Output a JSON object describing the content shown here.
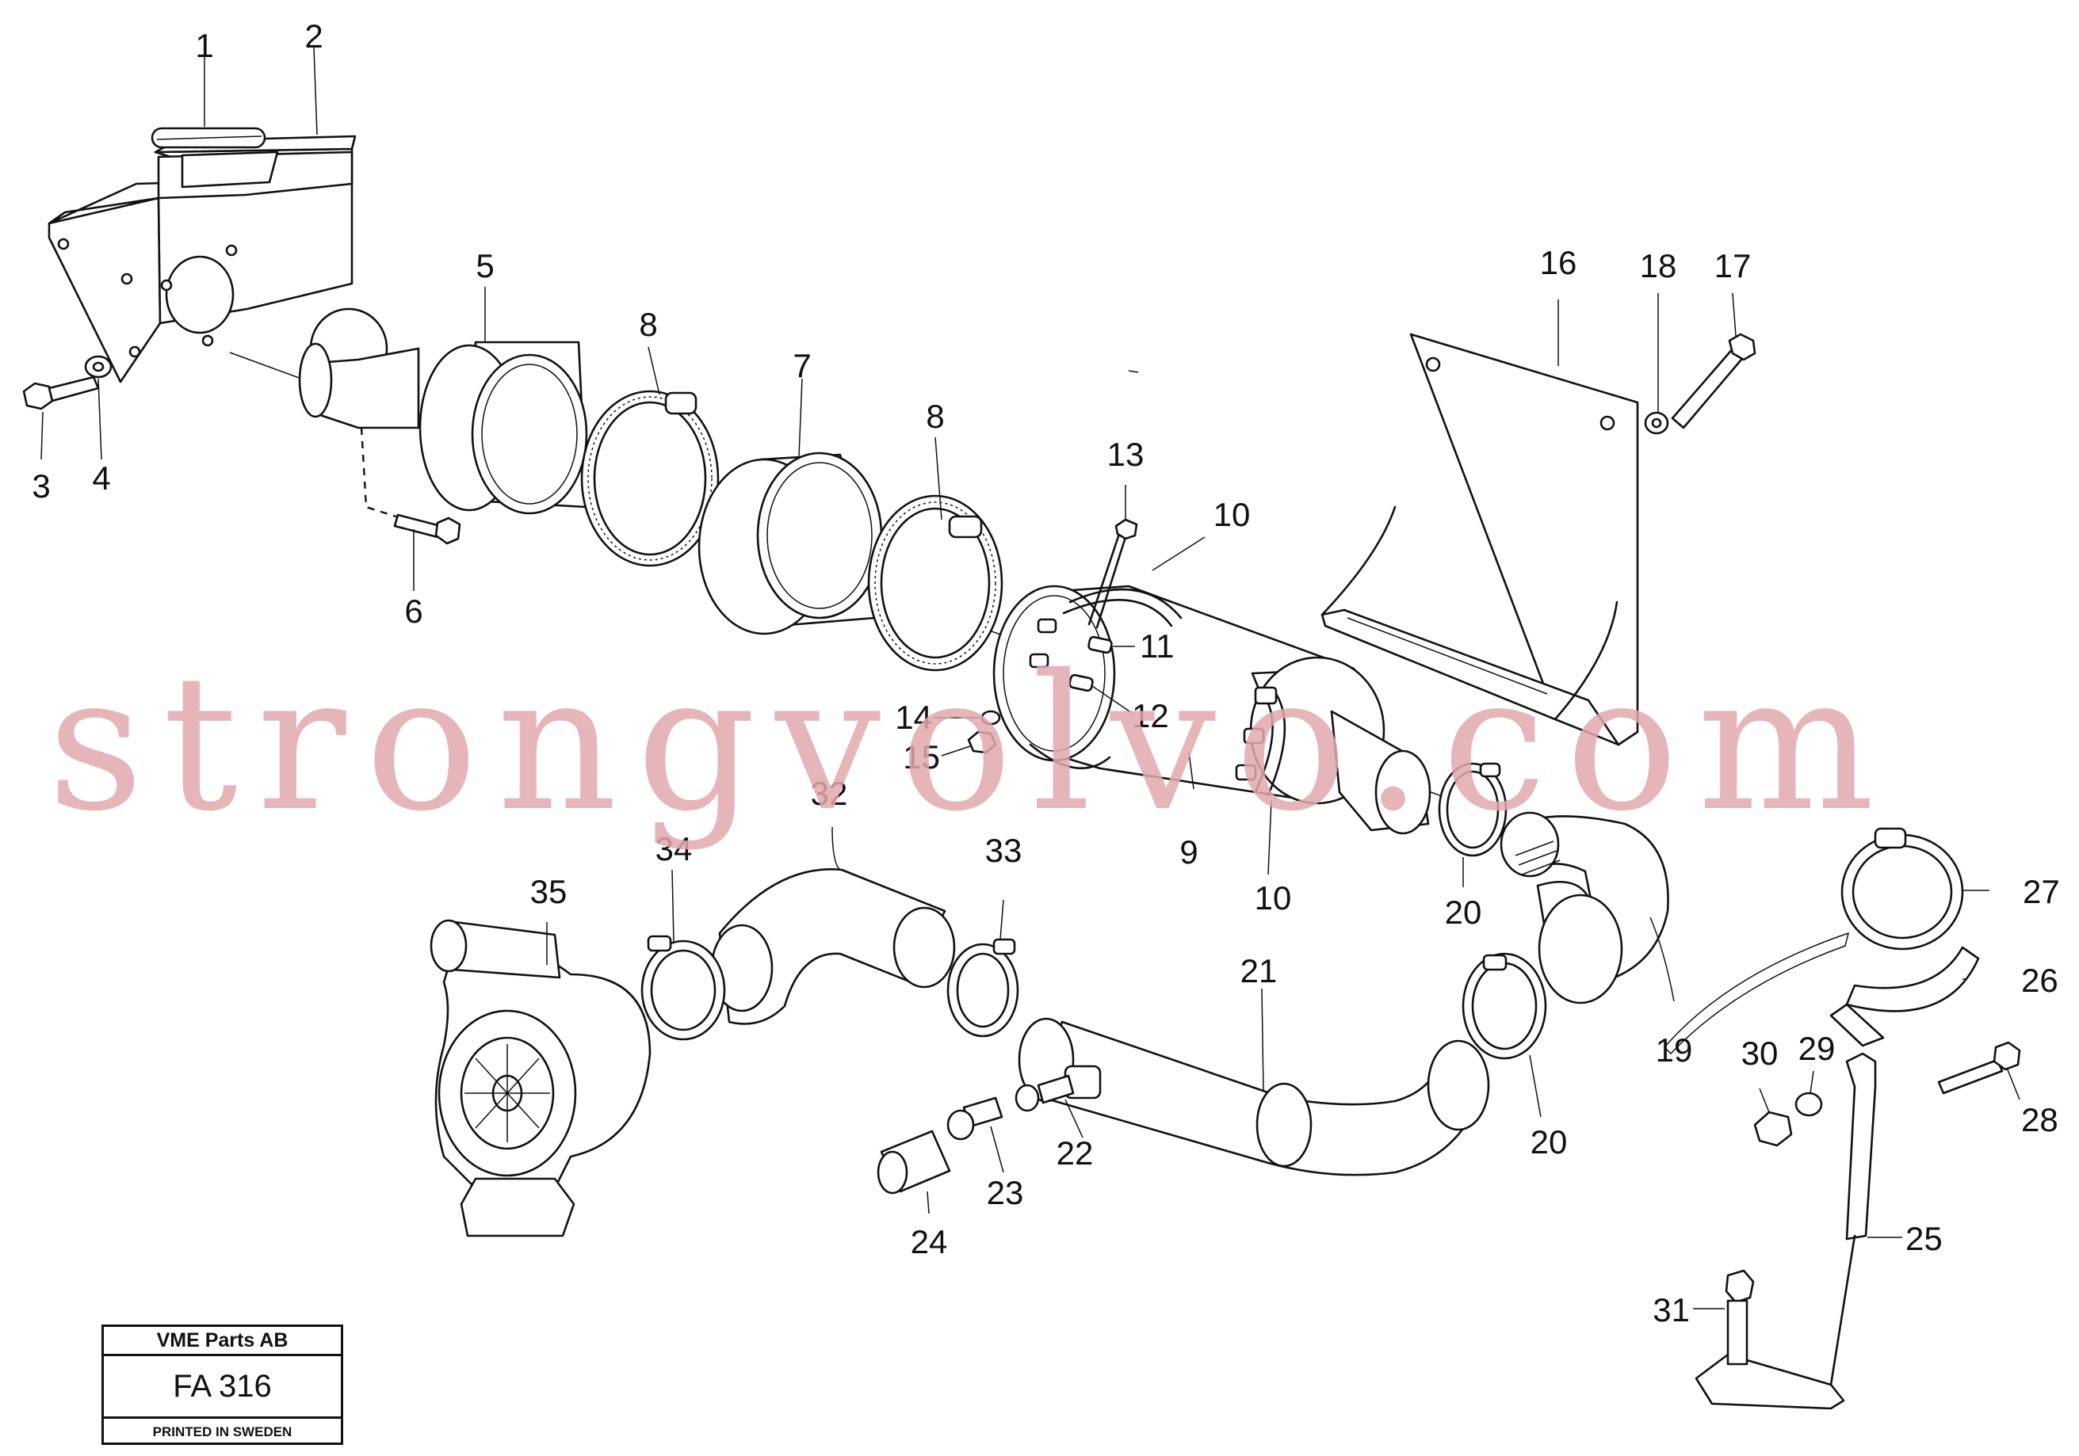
{
  "callouts": [
    {
      "id": "c1",
      "text": "1"
    },
    {
      "id": "c2",
      "text": "2"
    },
    {
      "id": "c3",
      "text": "3"
    },
    {
      "id": "c4",
      "text": "4"
    },
    {
      "id": "c5",
      "text": "5"
    },
    {
      "id": "c6",
      "text": "6"
    },
    {
      "id": "c7",
      "text": "7"
    },
    {
      "id": "c8a",
      "text": "8"
    },
    {
      "id": "c8b",
      "text": "8"
    },
    {
      "id": "c9",
      "text": "9"
    },
    {
      "id": "c10a",
      "text": "10"
    },
    {
      "id": "c10b",
      "text": "10"
    },
    {
      "id": "c11",
      "text": "11"
    },
    {
      "id": "c12",
      "text": "12"
    },
    {
      "id": "c13",
      "text": "13"
    },
    {
      "id": "c14",
      "text": "14"
    },
    {
      "id": "c15",
      "text": "15"
    },
    {
      "id": "c16",
      "text": "16"
    },
    {
      "id": "c17",
      "text": "17"
    },
    {
      "id": "c18",
      "text": "18"
    },
    {
      "id": "c19",
      "text": "19"
    },
    {
      "id": "c20a",
      "text": "20"
    },
    {
      "id": "c20b",
      "text": "20"
    },
    {
      "id": "c21",
      "text": "21"
    },
    {
      "id": "c22",
      "text": "22"
    },
    {
      "id": "c23",
      "text": "23"
    },
    {
      "id": "c24",
      "text": "24"
    },
    {
      "id": "c25",
      "text": "25"
    },
    {
      "id": "c26",
      "text": "26"
    },
    {
      "id": "c27",
      "text": "27"
    },
    {
      "id": "c28",
      "text": "28"
    },
    {
      "id": "c29",
      "text": "29"
    },
    {
      "id": "c30",
      "text": "30"
    },
    {
      "id": "c31",
      "text": "31"
    },
    {
      "id": "c32",
      "text": "32"
    },
    {
      "id": "c33",
      "text": "33"
    },
    {
      "id": "c34",
      "text": "34"
    },
    {
      "id": "c35",
      "text": "35"
    }
  ],
  "watermark": "strongvolvo.com",
  "stamp": {
    "company": "VME Parts AB",
    "code": "FA 316",
    "printed": "PRINTED IN SWEDEN"
  }
}
